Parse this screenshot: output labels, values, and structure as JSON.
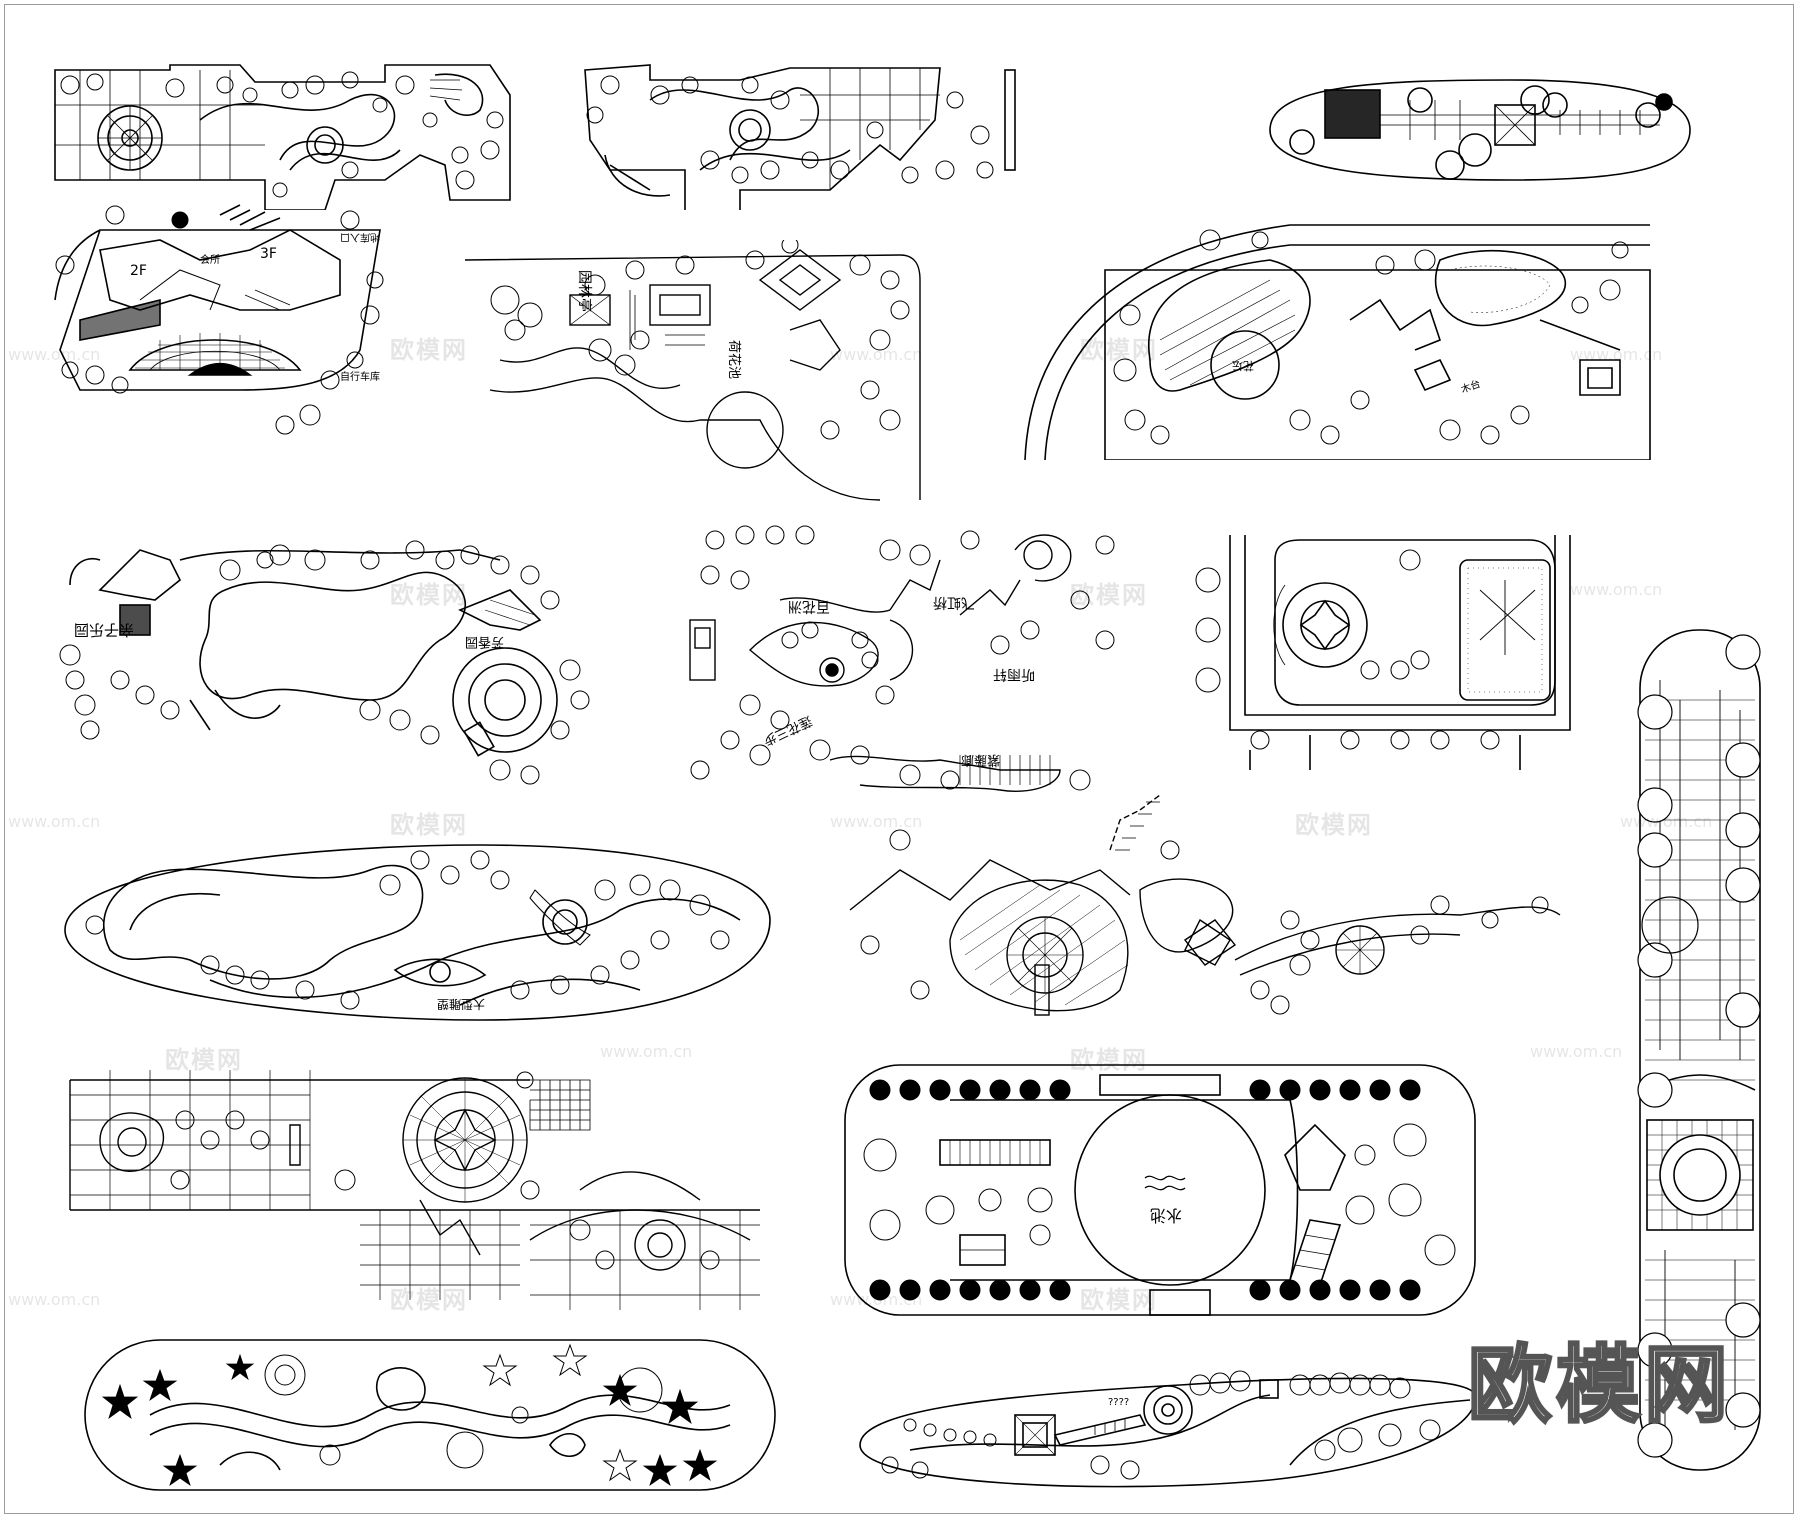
{
  "sheet": {
    "brand": "欧模网",
    "watermark_text": "欧模网",
    "watermark_url": "www.om.cn"
  },
  "colors": {
    "ink": "#000000",
    "paper": "#ffffff",
    "watermark": "#d8d8d8"
  },
  "labels": {
    "plan_b": {
      "entrance": "地库入口",
      "floor_2f": "2F",
      "clubhouse": "会所",
      "floor_3f": "3F",
      "bike_garage": "自行车库"
    },
    "plan_c": {
      "east_pavilion": "园林亭",
      "lotus_pond": "荷花池"
    },
    "plan_d": {
      "flower_bed": "花坛",
      "wooden_platform": "木台"
    },
    "plan_e": {
      "kids_garden": "亲子乐园",
      "fragrance_garden": "芳香园"
    },
    "plan_f": {
      "flower_land": "百花洲",
      "rainbow_bridge": "飞虹桥",
      "rain_pavilion": "听雨轩",
      "pergola": "紫藤廊",
      "lotus_path": "莲花三步"
    },
    "plan_h": {
      "sculpture": "大型雕塑"
    },
    "plan_k": {
      "pool": "水池"
    },
    "plan_m": {
      "marks": "????"
    }
  }
}
